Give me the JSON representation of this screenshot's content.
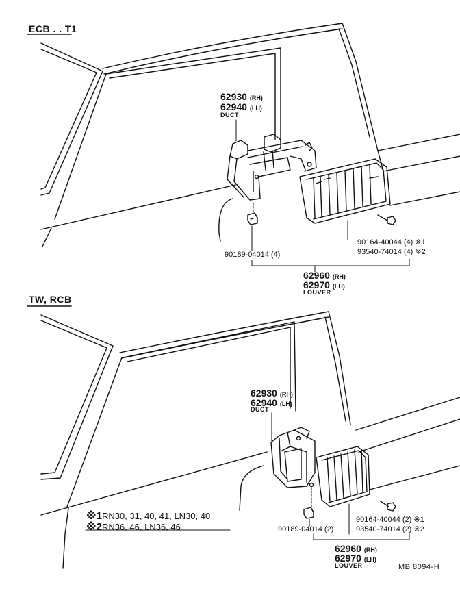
{
  "sections": {
    "top": {
      "label": "ECB . . T1",
      "duct": {
        "pn1": "62930",
        "suf1": "(RH)",
        "pn2": "62940",
        "suf2": "(LH)",
        "name": "DUCT"
      },
      "clip": {
        "pn": "90189-04014",
        "qty": "(4)"
      },
      "screw1": {
        "pn": "90164-40044",
        "qty": "(4)",
        "mark": "※1"
      },
      "screw2": {
        "pn": "93540-74014",
        "qty": "(4)",
        "mark": "※2"
      },
      "louver": {
        "pn1": "62960",
        "suf1": "(RH)",
        "pn2": "62970",
        "suf2": "(LH)",
        "name": "LOUVER"
      }
    },
    "bottom": {
      "label": "TW, RCB",
      "duct": {
        "pn1": "62930",
        "suf1": "(RH)",
        "pn2": "62940",
        "suf2": "(LH)",
        "name": "DUCT"
      },
      "clip": {
        "pn": "90189-04014",
        "qty": "(2)"
      },
      "screw1": {
        "pn": "90164-40044",
        "qty": "(2)",
        "mark": "※1"
      },
      "screw2": {
        "pn": "93540-74014",
        "qty": "(2)",
        "mark": "※2"
      },
      "louver": {
        "pn1": "62960",
        "suf1": "(RH)",
        "pn2": "62970",
        "suf2": "(LH)",
        "name": "LOUVER"
      }
    }
  },
  "notes": [
    {
      "mark": "※1",
      "text": "RN30, 31, 40, 41, LN30, 40"
    },
    {
      "mark": "※2",
      "text": "RN36, 46, LN36, 46"
    }
  ],
  "reference": "MB 8094-H"
}
